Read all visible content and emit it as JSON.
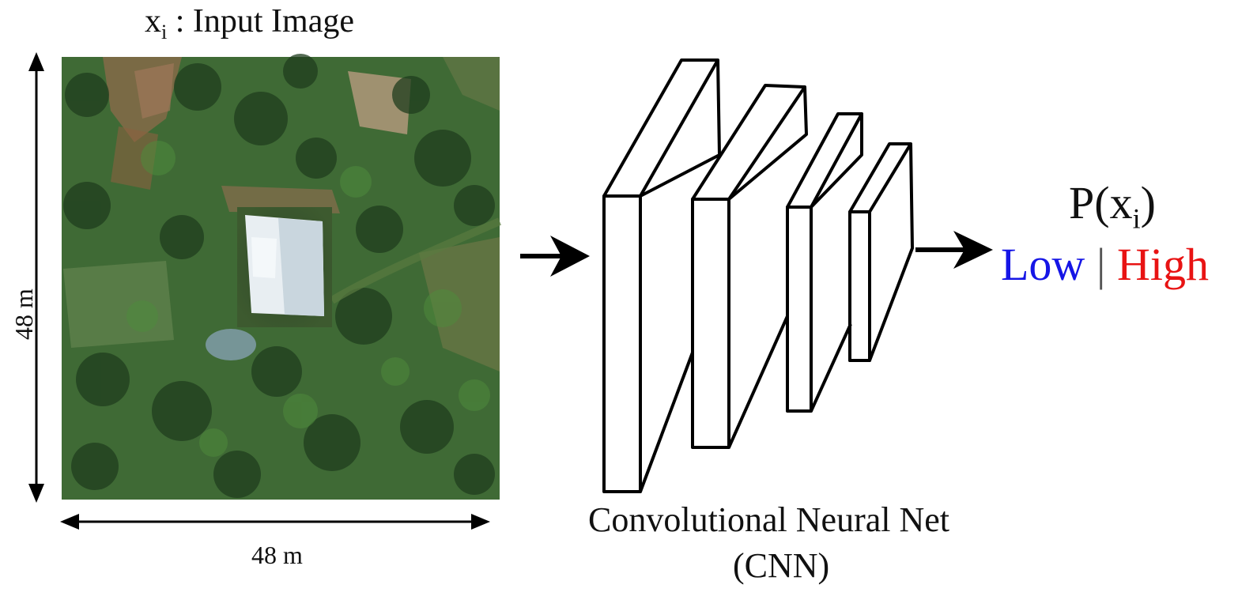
{
  "input": {
    "symbol": "x",
    "subscript": "i",
    "title_rest": " : Input Image",
    "width_label": "48 m",
    "height_label": "48 m",
    "image_description_icon": "satellite-aerial-image"
  },
  "network": {
    "name": "Convolutional Neural Net",
    "abbrev": "(CNN)"
  },
  "output": {
    "prob_prefix": "P(x",
    "prob_subscript": "i",
    "prob_suffix": ")",
    "low": "Low",
    "separator": "|",
    "high": "High",
    "low_color": "#1515e6",
    "high_color": "#e81313"
  }
}
